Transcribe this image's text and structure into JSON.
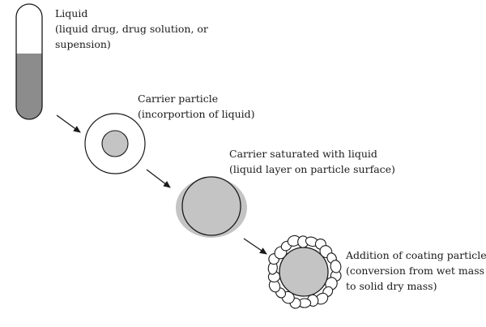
{
  "colors": {
    "outline": "#1a1a1a",
    "liquid_fill": "#8c8c8c",
    "particle_fill": "#c4c4c4",
    "liquid_layer": "#c4c4c4",
    "coating_fill": "#ffffff",
    "background": "#ffffff"
  },
  "tube_liquid_fraction": 0.57,
  "steps": [
    {
      "title": "Liquid",
      "description_lines": [
        "(liquid drug, drug solution, or",
        "supension)"
      ]
    },
    {
      "title": "Carrier particle",
      "description_lines": [
        "(incorportion of liquid)"
      ]
    },
    {
      "title": "Carrier saturated with liquid",
      "description_lines": [
        "(liquid layer on particle surface)"
      ]
    },
    {
      "title": "Addition of coating particles",
      "description_lines": [
        "(conversion from wet mass",
        "to solid dry mass)"
      ]
    }
  ]
}
